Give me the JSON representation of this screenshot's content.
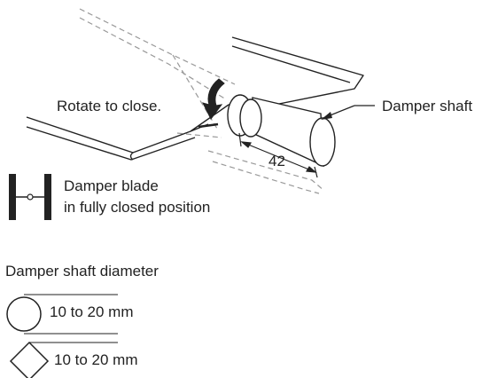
{
  "labels": {
    "rotate_to_close": "Rotate to close.",
    "damper_shaft": "Damper shaft",
    "dimension": "42",
    "blade_closed_line1": "Damper blade",
    "blade_closed_line2": "in fully closed position",
    "shaft_diameter_heading": "Damper shaft diameter",
    "round_shaft_range": "10 to 20 mm",
    "square_shaft_range": "10 to 20 mm"
  },
  "icons": {
    "rotation_arrow": "curved-arrow-icon",
    "blade_symbol": "damper-blade-closed-icon",
    "round_shaft": "circle-icon",
    "square_shaft": "diamond-icon"
  },
  "colors": {
    "line": "#222222",
    "dashed": "#999999",
    "arrow_fill": "#222222"
  }
}
